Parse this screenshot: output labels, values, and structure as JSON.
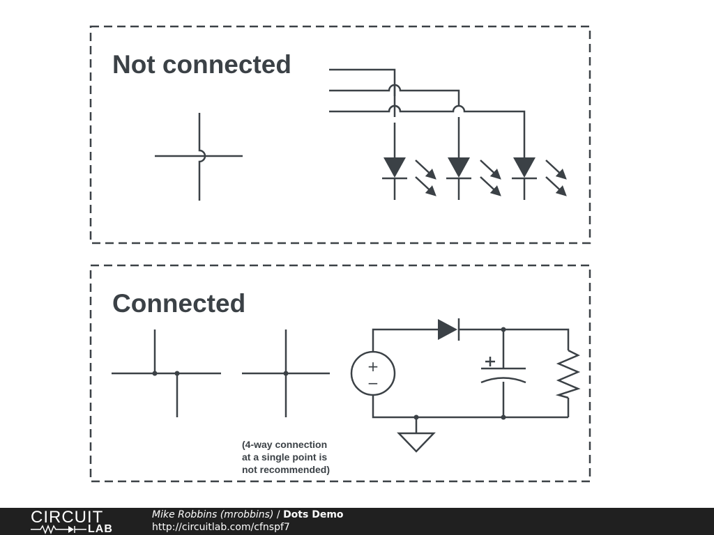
{
  "panels": {
    "not_connected": {
      "heading": "Not connected"
    },
    "connected": {
      "heading": "Connected",
      "note_lines": [
        "(4-way connection",
        "at a single point is",
        "not recommended)"
      ]
    }
  },
  "source_symbols": {
    "plus": "+",
    "minus": "−"
  },
  "footer": {
    "logo_word1": "CIRCUIT",
    "logo_word2": "LAB",
    "author": "Mike Robbins (mrobbins)",
    "separator": " / ",
    "title": "Dots Demo",
    "url": "http://circuitlab.com/cfnspf7"
  },
  "colors": {
    "ink": "#3b4146",
    "footer_bg": "#202020",
    "footer_text": "#ffffff"
  }
}
